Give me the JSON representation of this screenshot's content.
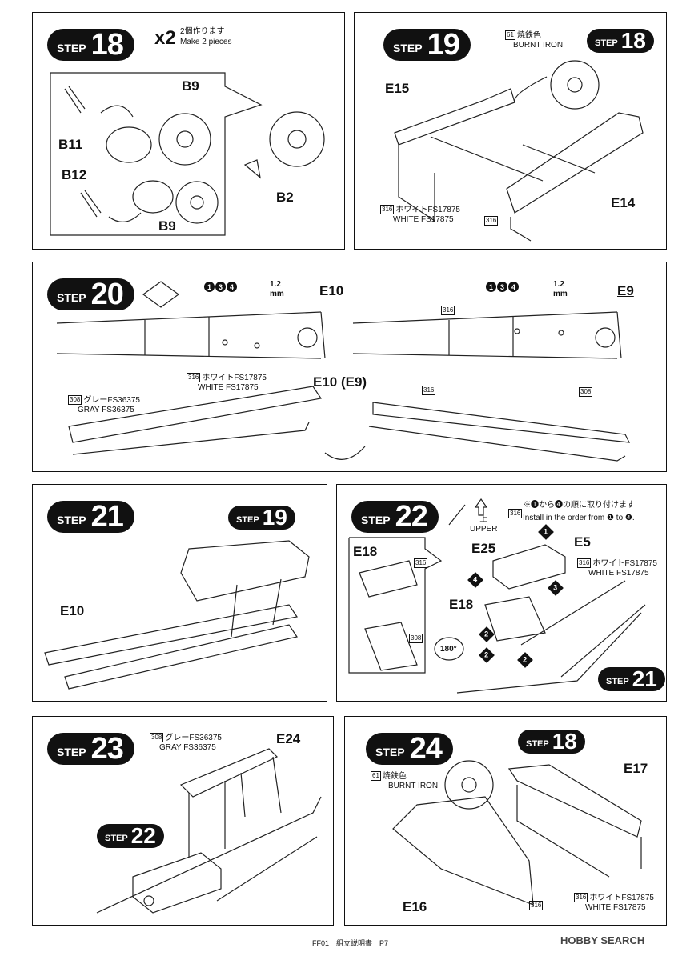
{
  "step18": {
    "label": "STEP",
    "number": "18",
    "count": "x2",
    "jp": "2個作ります",
    "en": "Make 2 pieces",
    "parts": [
      "B9",
      "B11",
      "B12",
      "B9",
      "B2"
    ]
  },
  "step19": {
    "label": "STEP",
    "number": "19",
    "ref_label": "STEP",
    "ref_number": "18",
    "paint_code": "61",
    "paint_jp": "焼鉄色",
    "paint_en": "BURNT IRON",
    "parts": [
      "E15",
      "E14"
    ],
    "white_code": "316",
    "white_jp": "ホワイトFS17875",
    "white_en": "WHITE FS17875",
    "code2": "316"
  },
  "step20": {
    "label": "STEP",
    "number": "20",
    "drill_nums": [
      "1",
      "3",
      "4"
    ],
    "drill_size": "1.2",
    "drill_unit": "mm",
    "parts": [
      "E10",
      "E9",
      "E10 (E9)"
    ],
    "white_code": "316",
    "white_jp": "ホワイトFS17875",
    "white_en": "WHITE FS17875",
    "gray_code": "308",
    "gray_jp": "グレーFS36375",
    "gray_en": "GRAY FS36375",
    "code_a": "316",
    "code_b": "316",
    "code_c": "308"
  },
  "step21": {
    "label": "STEP",
    "number": "21",
    "ref_label": "STEP",
    "ref_number": "19",
    "parts": [
      "E10"
    ]
  },
  "step22": {
    "label": "STEP",
    "number": "22",
    "upper_jp": "上",
    "upper_en": "UPPER",
    "order_jp": "※❶から❹の順に取り付けます",
    "order_en": "Install in the order from ❶ to ❹.",
    "parts": [
      "E25",
      "E5",
      "E18",
      "E18"
    ],
    "code": "316",
    "white_code": "316",
    "white_jp": "ホワイトFS17875",
    "white_en": "WHITE FS17875",
    "code_box": "316",
    "code_box2": "308",
    "rotate": "180°",
    "ref_label": "STEP",
    "ref_number": "21",
    "order_nums": [
      "1",
      "2",
      "3",
      "4",
      "2",
      "2"
    ]
  },
  "step23": {
    "label": "STEP",
    "number": "23",
    "gray_code": "308",
    "gray_jp": "グレーFS36375",
    "gray_en": "GRAY FS36375",
    "parts": [
      "E24"
    ],
    "ref_label": "STEP",
    "ref_number": "22"
  },
  "step24": {
    "label": "STEP",
    "number": "24",
    "ref_label": "STEP",
    "ref_number": "18",
    "paint_code": "61",
    "paint_jp": "焼鉄色",
    "paint_en": "BURNT IRON",
    "parts": [
      "E17",
      "E16"
    ],
    "white_code": "316",
    "white_jp": "ホワイトFS17875",
    "white_en": "WHITE FS17875",
    "code2": "316"
  },
  "footer": {
    "text": "FF01　組立説明書　P7"
  },
  "logo": {
    "text": "HOBBY SEARCH"
  }
}
